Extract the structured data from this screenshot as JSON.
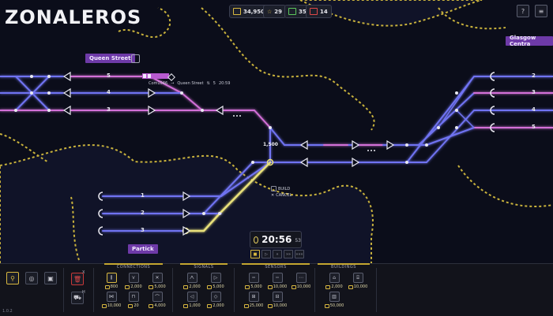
{
  "logo": "ZONALEROS",
  "resources": {
    "money": "34,950",
    "stars": "29",
    "trains_ok": "35",
    "trains_alert": "14"
  },
  "stations": {
    "queen_street": "Queen Street",
    "glasgow_central": "Glasgow Centra",
    "partick": "Partick"
  },
  "platforms": {
    "qs": [
      "5",
      "4",
      "3"
    ],
    "gc": [
      "2",
      "3",
      "4",
      "5"
    ],
    "pk": [
      "1",
      "2",
      "3"
    ]
  },
  "train_info": {
    "id": "Com1046",
    "dest": "Queen Street",
    "platform": "5",
    "time": "20:59"
  },
  "junction_label": "1,500",
  "context_menu": {
    "build": "BUILD",
    "cancel": "CANCEL"
  },
  "clock": {
    "time": "20:56",
    "seconds": "53"
  },
  "speed_buttons": [
    "■",
    "▷",
    "»",
    "»»",
    "»»»"
  ],
  "toolbar": {
    "delete_key": "X",
    "other_key": "H",
    "version": "1.0.2",
    "sections": {
      "connections": "CONNECTIONS",
      "signals": "SIGNALS",
      "sensors": "SENSORS",
      "buildings": "BUILDINGS"
    },
    "connections_prices": [
      "800",
      "2,000",
      "5,000",
      "10,000",
      "20",
      "4,000"
    ],
    "signals_prices": [
      "2,000",
      "5,000",
      "1,000",
      "2,000"
    ],
    "sensors_prices": [
      "5,000",
      "10,000",
      "10,000",
      "25,000",
      "10,000"
    ],
    "buildings_prices": [
      "2,000",
      "10,000",
      "50,000"
    ]
  },
  "colors": {
    "track_blue": "#6f73f2",
    "track_pink": "#d36fd8",
    "track_yellow": "#e8e07a",
    "station_purple": "#6e3aa8",
    "hazard_yellow": "#c9b23c"
  }
}
